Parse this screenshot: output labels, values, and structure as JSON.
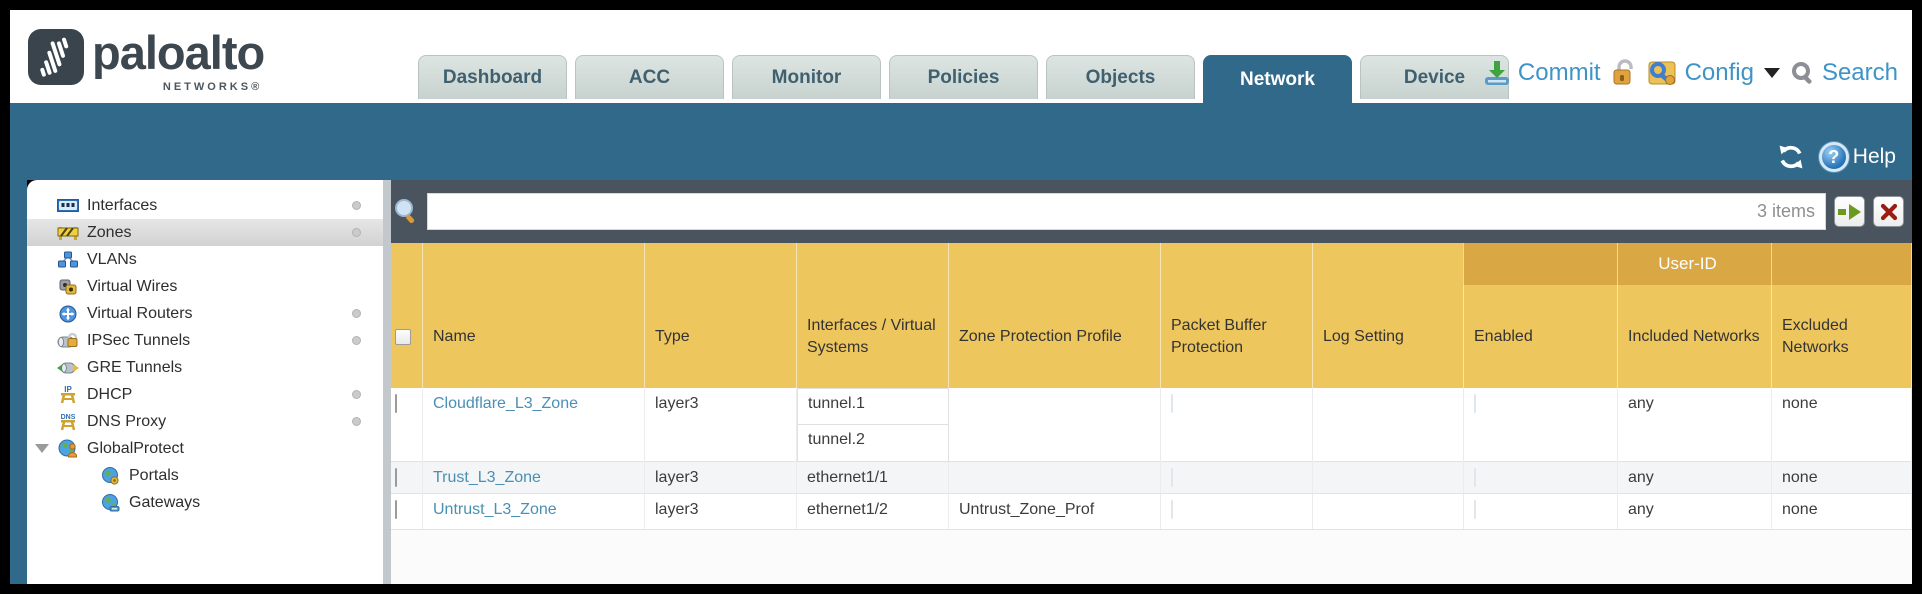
{
  "header": {
    "logo": {
      "brand": "paloalto",
      "sub": "NETWORKS®"
    },
    "tabs": [
      {
        "label": "Dashboard",
        "active": false
      },
      {
        "label": "ACC",
        "active": false
      },
      {
        "label": "Monitor",
        "active": false
      },
      {
        "label": "Policies",
        "active": false
      },
      {
        "label": "Objects",
        "active": false
      },
      {
        "label": "Network",
        "active": true
      },
      {
        "label": "Device",
        "active": false
      }
    ],
    "actions": {
      "commit": "Commit",
      "config": "Config",
      "search": "Search"
    }
  },
  "toolbar": {
    "help": "Help"
  },
  "sidebar": {
    "items": [
      {
        "label": "Interfaces",
        "icon": "interfaces-icon",
        "dot": true
      },
      {
        "label": "Zones",
        "icon": "zones-icon",
        "dot": true,
        "selected": true
      },
      {
        "label": "VLANs",
        "icon": "vlans-icon",
        "dot": false
      },
      {
        "label": "Virtual Wires",
        "icon": "virtual-wires-icon",
        "dot": false
      },
      {
        "label": "Virtual Routers",
        "icon": "virtual-routers-icon",
        "dot": true
      },
      {
        "label": "IPSec Tunnels",
        "icon": "ipsec-tunnels-icon",
        "dot": true
      },
      {
        "label": "GRE Tunnels",
        "icon": "gre-tunnels-icon",
        "dot": false
      },
      {
        "label": "DHCP",
        "icon": "dhcp-icon",
        "dot": true
      },
      {
        "label": "DNS Proxy",
        "icon": "dns-proxy-icon",
        "dot": true
      },
      {
        "label": "GlobalProtect",
        "icon": "globalprotect-icon",
        "dot": false,
        "expanded": true
      },
      {
        "label": "Portals",
        "icon": "portals-icon",
        "dot": false,
        "indent": true
      },
      {
        "label": "Gateways",
        "icon": "gateways-icon",
        "dot": false,
        "indent": true
      }
    ]
  },
  "filter": {
    "count_label": "3 items",
    "value": "",
    "placeholder": ""
  },
  "table": {
    "group_header": "User-ID",
    "columns": [
      "",
      "Name",
      "Type",
      "Interfaces / Virtual Systems",
      "Zone Protection Profile",
      "Packet Buffer Protection",
      "Log Setting",
      "Enabled",
      "Included Networks",
      "Excluded Networks"
    ],
    "rows": [
      {
        "name": "Cloudflare_L3_Zone",
        "type": "layer3",
        "interfaces": [
          "tunnel.1",
          "tunnel.2"
        ],
        "zone_protection_profile": "",
        "log_setting": "",
        "included_networks": "any",
        "excluded_networks": "none"
      },
      {
        "name": "Trust_L3_Zone",
        "type": "layer3",
        "interfaces": [
          "ethernet1/1"
        ],
        "zone_protection_profile": "",
        "log_setting": "",
        "included_networks": "any",
        "excluded_networks": "none"
      },
      {
        "name": "Untrust_L3_Zone",
        "type": "layer3",
        "interfaces": [
          "ethernet1/2"
        ],
        "zone_protection_profile": "Untrust_Zone_Prof",
        "log_setting": "",
        "included_networks": "any",
        "excluded_networks": "none"
      }
    ]
  },
  "colors": {
    "teal_band": "#31698b",
    "slate_bar": "#4a545e",
    "header_orange": "#eec65e",
    "userid_band": "#d9a743",
    "link_blue": "#4a90b4",
    "action_blue": "#3f93c7",
    "tab_inactive": "#cfd9d6"
  }
}
